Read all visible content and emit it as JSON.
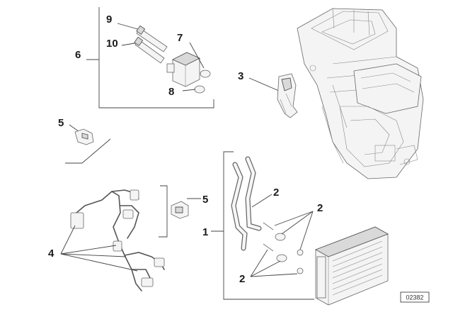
{
  "callouts": [
    {
      "id": "c9",
      "label": "9"
    },
    {
      "id": "c10",
      "label": "10"
    },
    {
      "id": "c7",
      "label": "7"
    },
    {
      "id": "c6",
      "label": "6"
    },
    {
      "id": "c8",
      "label": "8"
    },
    {
      "id": "c3",
      "label": "3"
    },
    {
      "id": "c5a",
      "label": "5"
    },
    {
      "id": "c5b",
      "label": "5"
    },
    {
      "id": "c2a",
      "label": "2"
    },
    {
      "id": "c2b",
      "label": "2"
    },
    {
      "id": "c2c",
      "label": "2"
    },
    {
      "id": "c1",
      "label": "1"
    },
    {
      "id": "c4",
      "label": "4"
    }
  ],
  "reference_code": "02382"
}
